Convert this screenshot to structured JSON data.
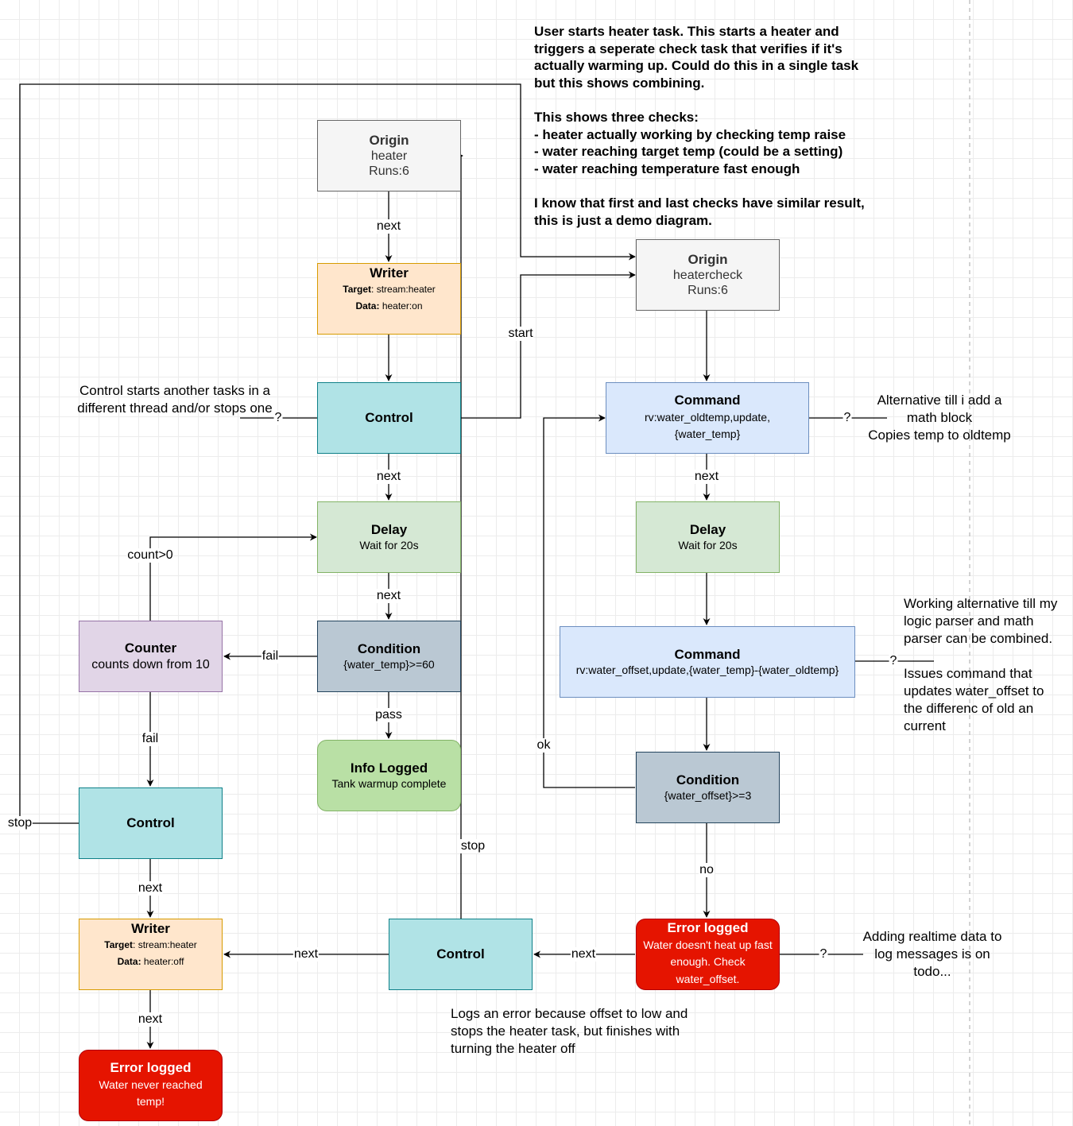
{
  "nodes": {
    "origin_heater": {
      "title": "Origin",
      "line1": "heater",
      "line2": "Runs:6"
    },
    "writer_on": {
      "title": "Writer",
      "target_label": "Target",
      "target_value": ": stream:heater",
      "data_label": "Data:",
      "data_value": " heater:on"
    },
    "control_1": {
      "title": "Control"
    },
    "delay_1": {
      "title": "Delay",
      "text": "Wait for 20s"
    },
    "condition_1": {
      "title": "Condition",
      "text": "{water_temp}>=60"
    },
    "info_logged": {
      "title": "Info Logged",
      "text": "Tank warmup complete"
    },
    "counter": {
      "title": "Counter",
      "text": "counts down from 10"
    },
    "control_2": {
      "title": "Control"
    },
    "writer_off": {
      "title": "Writer",
      "target_label": "Target",
      "target_value": ": stream:heater",
      "data_label": "Data:",
      "data_value": " heater:off"
    },
    "error_never": {
      "title": "Error logged",
      "line1": "Water never reached",
      "line2": "temp!"
    },
    "origin_check": {
      "title": "Origin",
      "line1": "heatercheck",
      "line2": "Runs:6"
    },
    "command_1": {
      "title": "Command",
      "line1": "rv:water_oldtemp,update,",
      "line2": "{water_temp}"
    },
    "delay_2": {
      "title": "Delay",
      "text": "Wait for 20s"
    },
    "command_2": {
      "title": "Command",
      "text": "rv:water_offset,update,{water_temp}-{water_oldtemp}"
    },
    "condition_2": {
      "title": "Condition",
      "text": "{water_offset}>=3"
    },
    "error_slow": {
      "title": "Error logged",
      "line1": "Water doesn't heat up fast",
      "line2": "enough. Check",
      "line3": "water_offset."
    },
    "control_3": {
      "title": "Control"
    }
  },
  "edge_labels": {
    "next_a": "next",
    "start": "start",
    "next_b": "next",
    "next_c": "next",
    "pass": "pass",
    "fail_a": "fail",
    "count_gt0": "count>0",
    "fail_b": "fail",
    "stop_a": "stop",
    "next_d": "next",
    "next_e": "next",
    "next_f": "next",
    "next_g": "next",
    "ok": "ok",
    "no": "no",
    "next_h": "next",
    "stop_b": "stop",
    "q1": "?",
    "q2": "?",
    "q3": "?",
    "q4": "?"
  },
  "notes": {
    "top": "User starts heater task. This starts a heater and\ntriggers a seperate check task that verifies if it's\nactually warming up. Could do this in a single task\nbut this shows combining.\n\nThis shows three checks:\n- heater actually working by checking temp raise\n- water reaching target temp (could be a setting)\n- water reaching temperature fast enough\n\nI know that first and last checks have similar result,\nthis is just a demo diagram.",
    "control_note": "Control starts another tasks in a\ndifferent thread and/or stops one",
    "alt_math": "Alternative till i add a\nmath block\nCopies temp to oldtemp",
    "working_alt": "Working alternative till my\nlogic parser and math\nparser can be combined.\n\nIssues command that\nupdates water_offset to\nthe differenc of old an\ncurrent",
    "realtime": "Adding realtime data to\nlog messages is on\ntodo...",
    "logs_error": "Logs an error because offset to low and\nstops the heater task, but finishes with\nturning the heater off"
  }
}
